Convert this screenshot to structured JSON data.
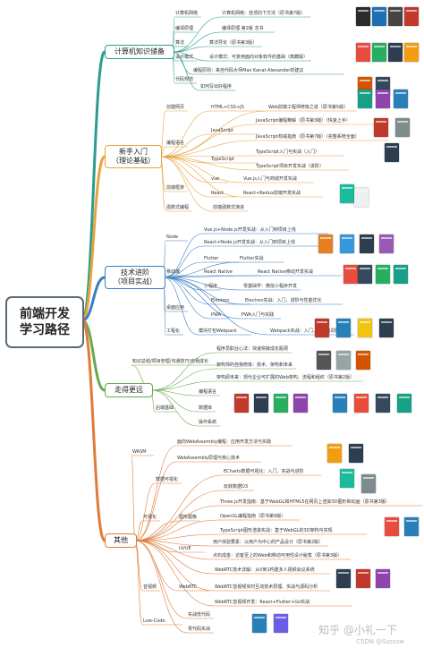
{
  "root": "前端开发\n学习路径",
  "branches": [
    {
      "label": "计算机知识储备",
      "color": "#2a9d8f"
    },
    {
      "label": "新手入门\n（理论基础）",
      "color": "#e8a33d"
    },
    {
      "label": "技术进阶\n（项目实战）",
      "color": "#3a7fc1"
    },
    {
      "label": "走得更远",
      "color": "#6aa84f"
    },
    {
      "label": "其他",
      "color": "#e07b39"
    }
  ],
  "texts": [
    "计算机网络",
    "计算机网络：自顶向下方法（原书第7版）",
    "编译原理",
    "编译原理 第2版 龙书",
    "算法",
    "算法导论（原书第3版）",
    "设计模式",
    "设计模式：可复用面向对象软件的基础（典藏版）",
    "编程原则：来自代码大师Max Kanat-Alexander的建议",
    "代码规范",
    "如何写出好程序",
    "创建网页",
    "HTML+CSS+JS",
    "Web前端工程师修炼之道（原书第5版）",
    "编程语言",
    "JavaScript",
    "JavaScript编程精解（原书第3版）（快速上手）",
    "JavaScript权威指南（原书第7版）（完整系统全面）",
    "TypeScript",
    "TypeScript入门与实战（入门）",
    "TypeScript项目开发实战（进阶）",
    "前端框架",
    "vue",
    "Vue.js入门与商城开发实战",
    "React",
    "React+Redux前端开发实战",
    "函数式编程",
    "前端函数式演进",
    "Node",
    "Vue.js+Node.js开发实战：从入门到项目上线",
    "React+Node.js开发实战：从入门到项目上线",
    "Flutter",
    "Flutter实战",
    "移动端",
    "React Native",
    "React Native移动开发实战",
    "小程序",
    "零基础学：微信小程序开发",
    "桌面应用",
    "Electron",
    "Electron实战：入门、进阶与性能优化",
    "PWA",
    "PWA入门与实践",
    "工程化",
    "模块打包Webpack",
    "Webpack实战：入门、进阶与调优",
    "知识总结/项目管理/沟通技巧/自我成长",
    "程序员职业心法：快速突破成长瓶颈",
    "架构师的自我修炼：技术、架构和未来",
    "架构即未来：现代企业可扩展的Web架构、流程和组织（原书第2版）",
    "后端基础",
    "编程语言",
    "数据库",
    "操作系统",
    "WASM",
    "面向WebAssembly编程：应用开发方法与实践",
    "WebAssembly原理与核心技术",
    "数据可视化",
    "ECharts数据可视化：入门、实战与进阶",
    "玩转数据D3",
    "可视化",
    "图形图像",
    "Three.js开发指南：基于WebGL和HTML5在网页上渲染3D图形和动画（原书第3版）",
    "OpenGL编程指南（原书第9版）",
    "TypeScript图形渲染实战：基于WebGL的3D架构与实现",
    "UI/UE",
    "用户体验要素：以用户为中心的产品设计（原书第2版）",
    "点石成金：访客至上的Web和移动可用性设计秘笈（原书第3版）",
    "音视频",
    "WebRTC",
    "WebRTC技术详解：从0到1构建多人视频会议系统",
    "WebRTC音视频实时互动技术原理、实战与源码分析",
    "WebRTC音视频开发：React+Flutter+Go实战",
    "Low-Code",
    "实战低代码",
    "零代码实战"
  ],
  "watermark": "知乎 @小礼一下",
  "watermark2": "CSDN @Sssssw"
}
